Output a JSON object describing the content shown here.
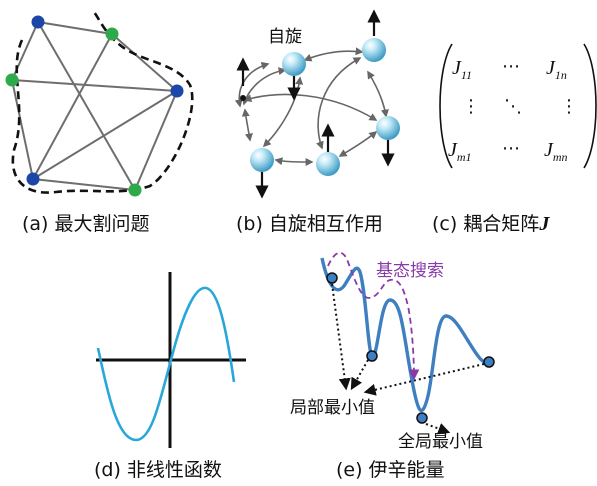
{
  "colors": {
    "node_blue": "#1c46a8",
    "node_green": "#2faa4a",
    "edge_gray": "#6e6e6e",
    "spin_fill": "#8fd0ea",
    "curve_blue": "#29a7d8",
    "energy_blue": "#3d7fc1",
    "search_purple": "#8a3aa8"
  },
  "panel_a": {
    "caption": "(a) 最大割问题"
  },
  "panel_b": {
    "caption": "(b) 自旋相互作用",
    "spin_label": "自旋"
  },
  "panel_c": {
    "caption": "(c) 耦合矩阵",
    "caption_symbol": "J",
    "matrix": {
      "top_left": "J",
      "top_left_sub": "11",
      "top_right": "J",
      "top_right_sub": "1n",
      "bottom_left": "J",
      "bottom_left_sub": "m1",
      "bottom_right": "J",
      "bottom_right_sub": "mn",
      "hdots": "⋯",
      "vdots": "⋮",
      "ddots": "⋱"
    }
  },
  "panel_d": {
    "caption": "(d) 非线性函数"
  },
  "panel_e": {
    "caption": "(e) 伊辛能量",
    "search_label": "基态搜索",
    "local_min_label": "局部最小值",
    "global_min_label": "全局最小值"
  }
}
